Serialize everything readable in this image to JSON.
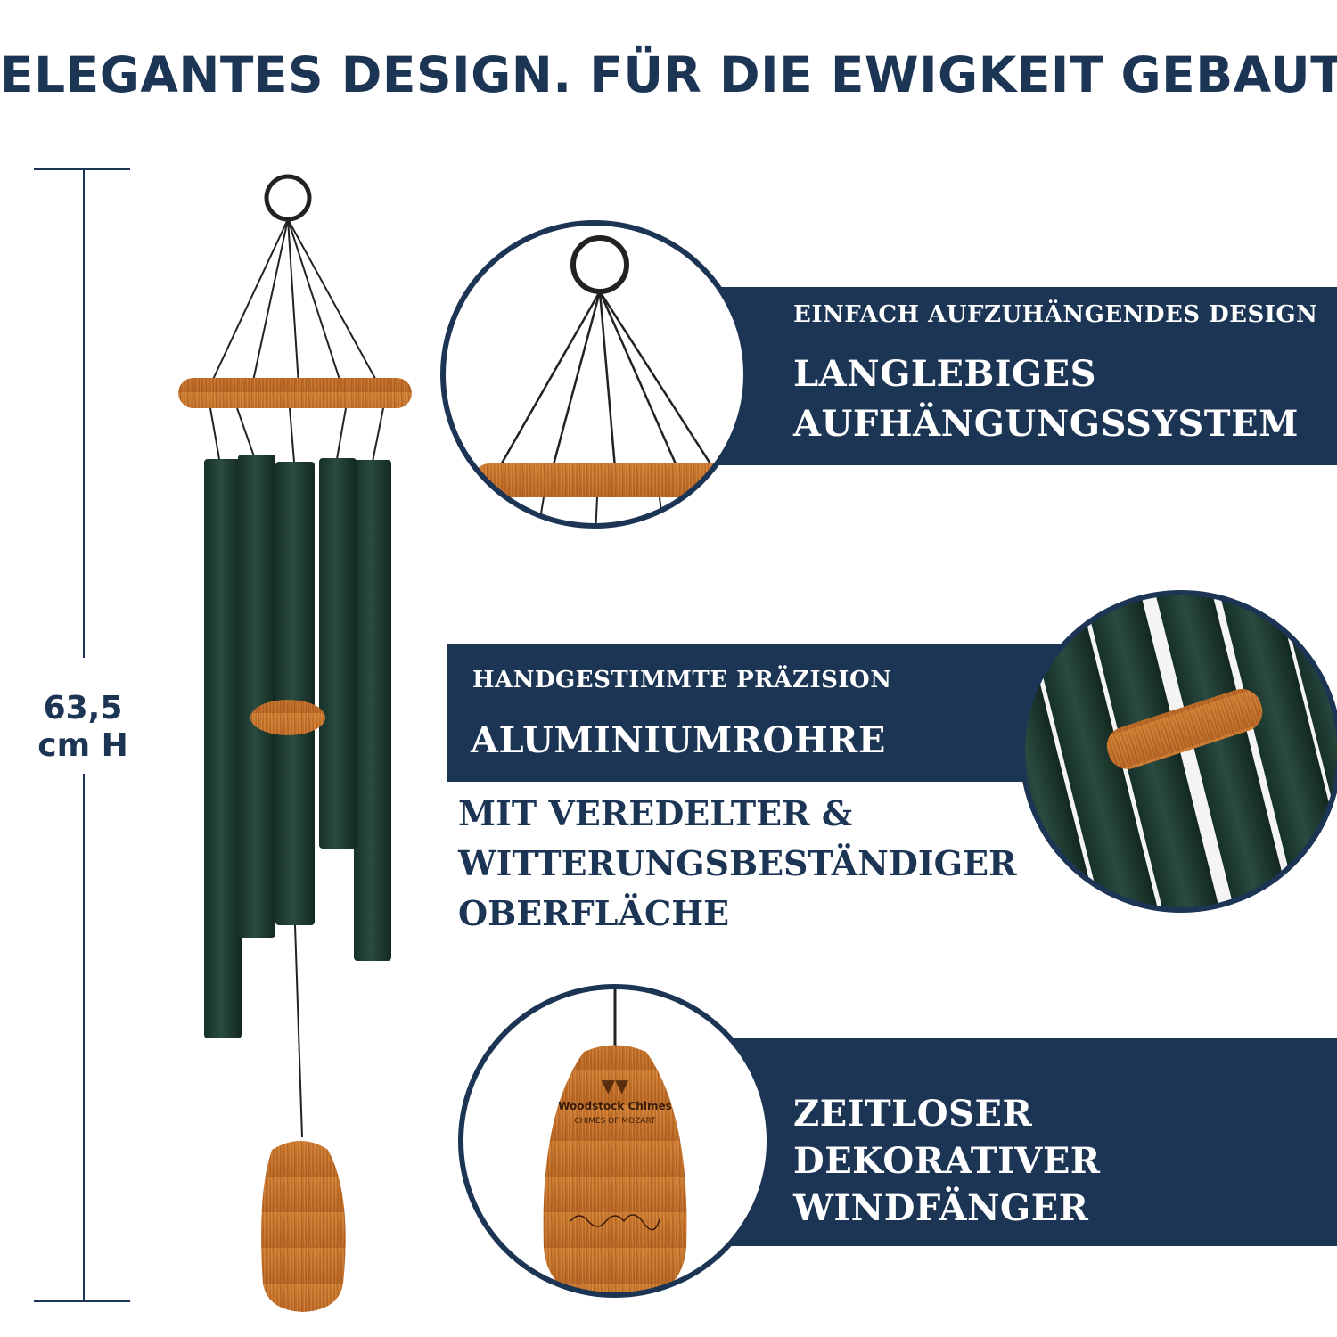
{
  "headline": "ELEGANTES DESIGN. FÜR DIE EWIGKEIT GEBAUT",
  "dimension": {
    "line1": "63,5",
    "line2": "cm H"
  },
  "feature_hanging": {
    "subtitle": "EINFACH AUFZUHÄNGENDES DESIGN",
    "title_lines": [
      "LANGLEBIGES",
      "AUFHÄNGUNGSSYSTEM"
    ]
  },
  "feature_tubes": {
    "subtitle": "HANDGESTIMMTE PRÄZISION",
    "title": "ALUMINIUMROHRE",
    "detail_lines": [
      "MIT VEREDELTER &",
      "WITTERUNGSBESTÄNDIGER",
      "OBERFLÄCHE"
    ]
  },
  "feature_sail": {
    "title_lines": [
      "ZEITLOSER",
      "DEKORATIVER",
      "WINDFÄNGER"
    ]
  },
  "product_sail_text": {
    "brand": "Woodstock Chimes",
    "model": "CHIMES OF MOZART"
  },
  "colors": {
    "navy": "#1c3554",
    "tube_green": "#1e3b32",
    "wood": "#c8782e"
  }
}
